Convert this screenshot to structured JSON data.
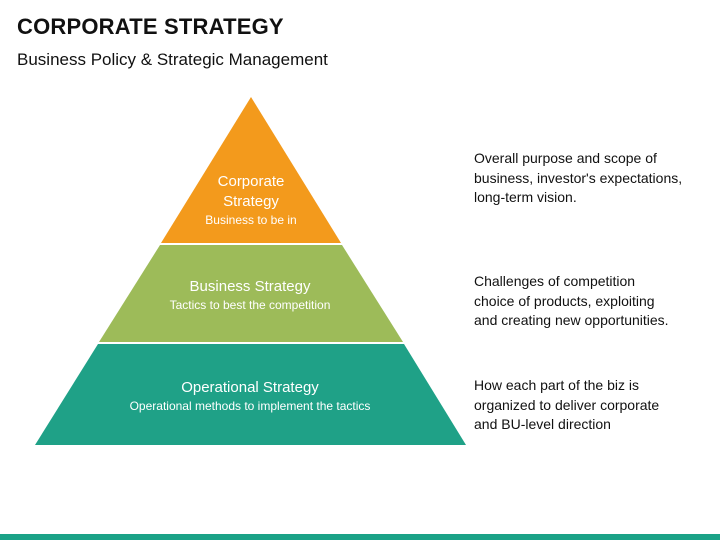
{
  "header": {
    "title": "CORPORATE STRATEGY",
    "subtitle": "Business Policy & Strategic Management"
  },
  "pyramid": {
    "tiers": [
      {
        "name_line1": "Corporate",
        "name_line2": "Strategy",
        "subtitle": "Business to be in",
        "color": "#f39a1c",
        "description": "Overall purpose and scope of business, investor's expectations, long-term vision."
      },
      {
        "name": "Business Strategy",
        "subtitle": "Tactics to best the competition",
        "color": "#9dbb59",
        "description": "Challenges of competition choice of products, exploiting and creating new opportunities."
      },
      {
        "name": "Operational Strategy",
        "subtitle": "Operational methods to implement the tactics",
        "color": "#1fa187",
        "description": "How each part of the biz is organized to deliver corporate and BU-level direction"
      }
    ]
  },
  "footer": {
    "bar_color": "#1aa287"
  }
}
